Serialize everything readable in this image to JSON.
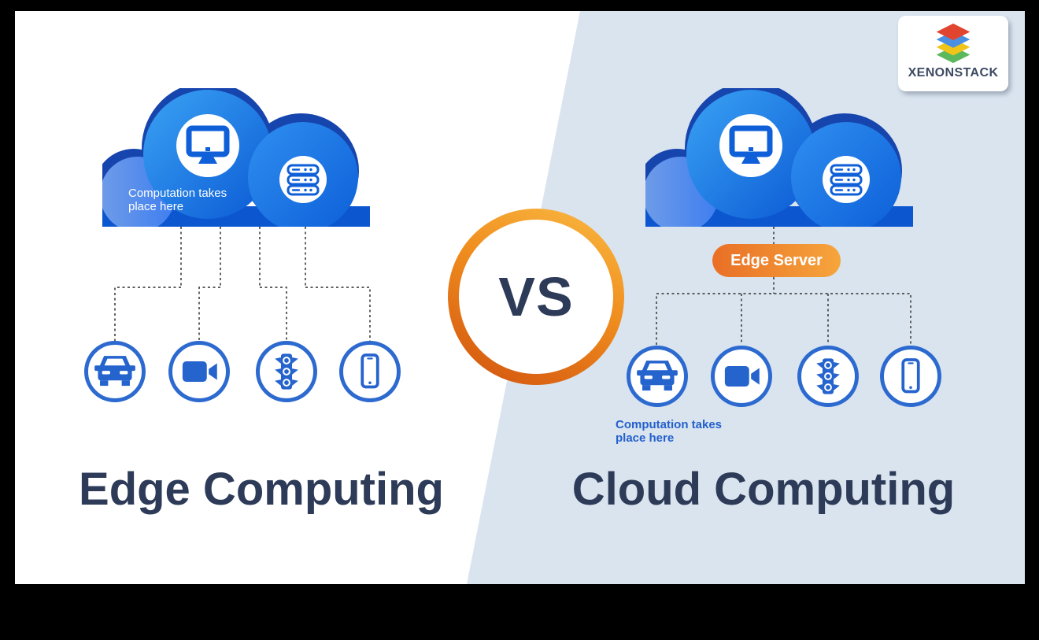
{
  "brand": {
    "name": "XENONSTACK"
  },
  "divider": {
    "vs_label": "VS"
  },
  "edge_side": {
    "title": "Edge Computing",
    "cloud_label_line1": "Computation takes",
    "cloud_label_line2": "place here",
    "devices": [
      "car",
      "video-camera",
      "traffic-light",
      "smartphone"
    ]
  },
  "cloud_side": {
    "title": "Cloud Computing",
    "edge_server_label": "Edge Server",
    "device_label_line1": "Computation takes",
    "device_label_line2": "place here",
    "devices": [
      "car",
      "video-camera",
      "traffic-light",
      "smartphone"
    ]
  },
  "colors": {
    "panel_blue": "#d9e4ef",
    "title_navy": "#2d3b58",
    "icon_blue": "#2563cd",
    "cloud_deep_blue": "#0c56d0",
    "cloud_light_blue": "#38a1f3",
    "cloud_back_navy": "#1745ae",
    "accent_orange_dark": "#d4570f",
    "accent_orange_light": "#f9b63f",
    "badge_orange_left": "#e96f26",
    "badge_orange_right": "#f6a53c",
    "logo_red": "#e2452f",
    "logo_blue": "#4a90e2",
    "logo_yellow": "#f0c419",
    "logo_green": "#5cb85c"
  }
}
